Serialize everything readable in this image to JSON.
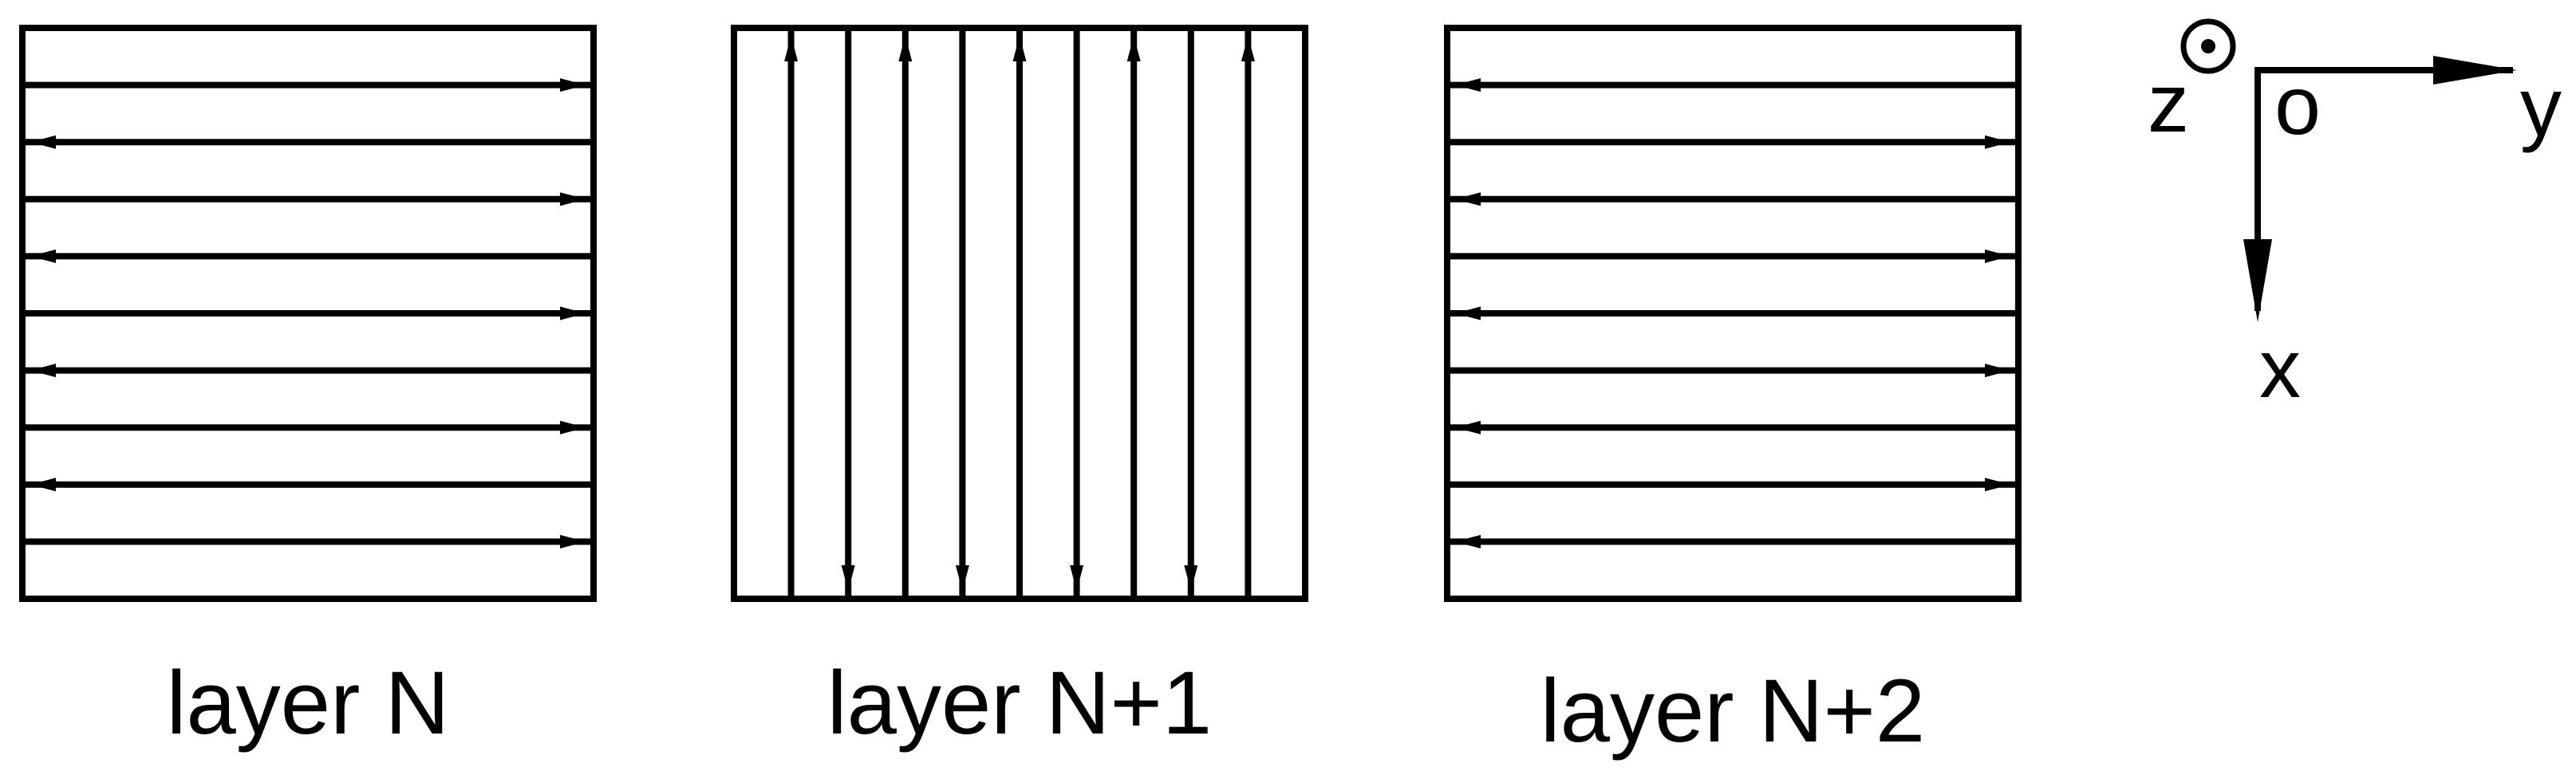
{
  "panels": [
    {
      "label": "layer N",
      "scan": "horizontal",
      "first_direction": "right",
      "hatch_count": 9
    },
    {
      "label": "layer N+1",
      "scan": "vertical",
      "first_direction": "up",
      "hatch_count": 9
    },
    {
      "label": "layer N+2",
      "scan": "horizontal",
      "first_direction": "left",
      "hatch_count": 9
    }
  ],
  "axes": {
    "origin_label": "o",
    "y_label": "y",
    "x_label": "x",
    "z_label": "z",
    "z_symbol": "out-of-page (dot in circle)"
  },
  "colors": {
    "stroke": "#000000",
    "background": "#ffffff"
  }
}
